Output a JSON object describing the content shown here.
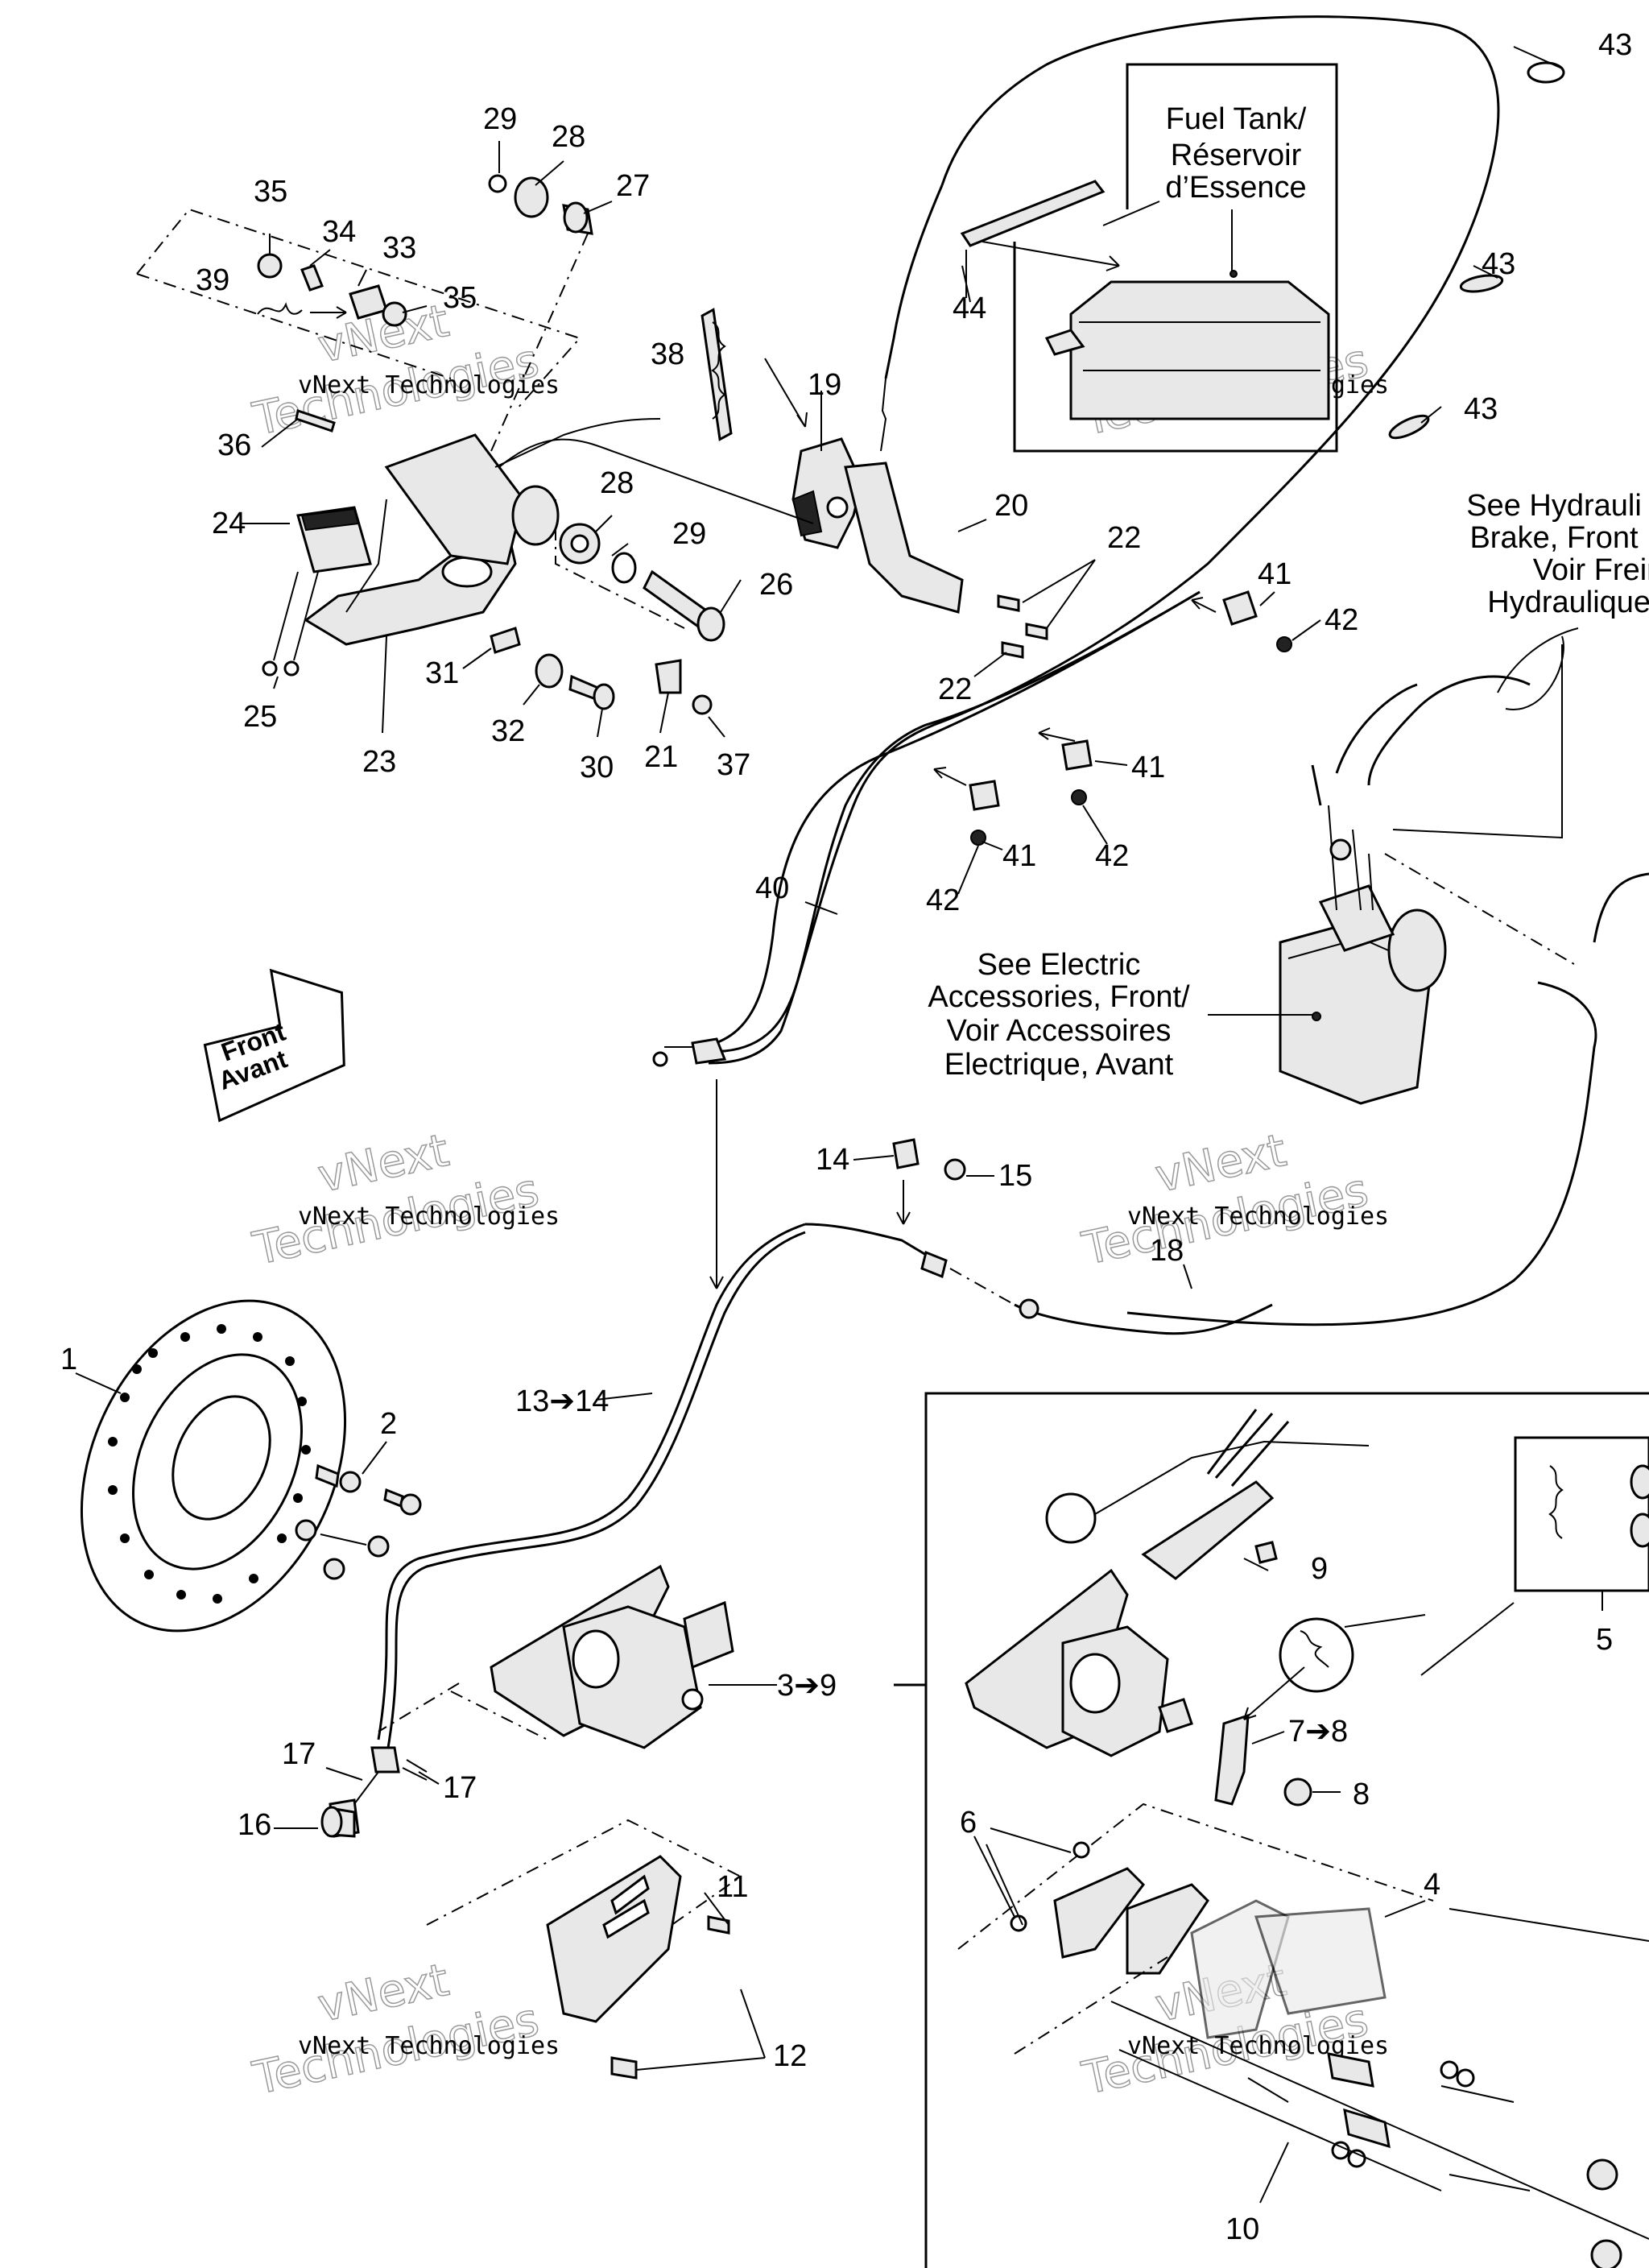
{
  "callouts": {
    "c1": "1",
    "c2": "2",
    "c3_9": "3➔9",
    "c4": "4",
    "c5": "5",
    "c6": "6",
    "c7_8": "7➔8",
    "c8": "8",
    "c9": "9",
    "c10": "10",
    "c11": "11",
    "c12": "12",
    "c13_14": "13➔14",
    "c14": "14",
    "c15": "15",
    "c16": "16",
    "c17a": "17",
    "c17b": "17",
    "c18": "18",
    "c19": "19",
    "c20": "20",
    "c21": "21",
    "c22a": "22",
    "c22b": "22",
    "c23": "23",
    "c24": "24",
    "c25": "25",
    "c26": "26",
    "c27": "27",
    "c28a": "28",
    "c28b": "28",
    "c29a": "29",
    "c29b": "29",
    "c30": "30",
    "c31": "31",
    "c32": "32",
    "c33": "33",
    "c34": "34",
    "c35a": "35",
    "c35b": "35",
    "c36": "36",
    "c37": "37",
    "c38": "38",
    "c39": "39",
    "c40": "40",
    "c41a": "41",
    "c41b": "41",
    "c41c": "41",
    "c42a": "42",
    "c42b": "42",
    "c42c": "42",
    "c43a": "43",
    "c43b": "43",
    "c43c": "43",
    "c44": "44"
  },
  "notes": {
    "fuel_tank": [
      "Fuel Tank/",
      "Réservoir",
      "d’Essence"
    ],
    "hydraulic": [
      "See Hydrauli",
      "Brake, Front",
      "Voir Frein",
      "Hydraulique, Av"
    ],
    "electric": [
      "See Electric",
      "Accessories, Front/",
      "Voir Accessoires",
      "Electrique, Avant"
    ]
  },
  "front_arrow": {
    "line1": "Front",
    "line2": "Avant"
  },
  "watermark": {
    "small": "vNext Technologies",
    "big_top": "vNext",
    "big_bottom": "Technologies"
  }
}
